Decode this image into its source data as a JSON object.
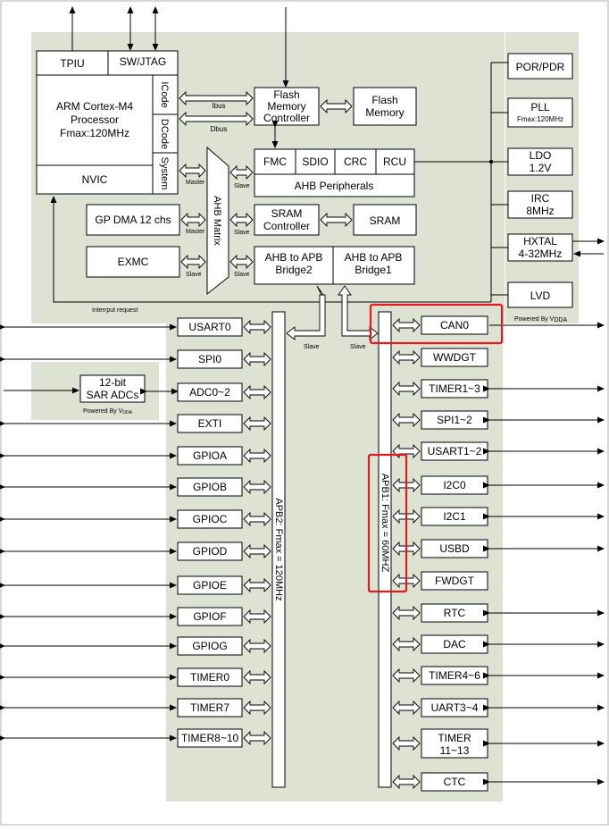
{
  "core": {
    "tpiu": "TPIU",
    "swjtag": "SW/JTAG",
    "cpu_line1": "ARM Cortex-M4",
    "cpu_line2": "Processor",
    "cpu_line3": "Fmax:120MHz",
    "nvic": "NVIC",
    "icode": "ICode",
    "dcode": "DCode",
    "system": "System"
  },
  "bus": {
    "ibus": "Ibus",
    "dbus": "Dbus",
    "master1": "Master",
    "master2": "Master",
    "slave_ahb1": "Slave",
    "slave_exmc": "Slave",
    "slave_ahb2": "Slave",
    "slave_ahb3": "Slave",
    "slave_apb2": "Slave",
    "slave_apb1": "Slave",
    "ahb_matrix": "AHB Matrix",
    "interrupt": "Interrput request"
  },
  "blocks": {
    "flash_ctrl_1": "Flash",
    "flash_ctrl_2": "Memory",
    "flash_ctrl_3": "Controller",
    "flash_mem_1": "Flash",
    "flash_mem_2": "Memory",
    "fmc": "FMC",
    "sdio": "SDIO",
    "crc": "CRC",
    "rcu": "RCU",
    "ahb_periph": "AHB Peripherals",
    "gpdma": "GP DMA 12 chs",
    "sram_ctrl_1": "SRAM",
    "sram_ctrl_2": "Controller",
    "sram": "SRAM",
    "exmc": "EXMC",
    "bridge2_1": "AHB to APB",
    "bridge2_2": "Bridge2",
    "bridge1_1": "AHB to APB",
    "bridge1_2": "Bridge1"
  },
  "power": {
    "por": "POR/PDR",
    "pll": "PLL",
    "pll_sub": "Fmax:120MHz",
    "ldo_1": "LDO",
    "ldo_2": "1.2V",
    "irc_1": "IRC",
    "irc_2": "8MHz",
    "hxtal_1": "HXTAL",
    "hxtal_2": "4-32MHz",
    "lvd": "LVD",
    "powered_vdda": "Powered By V",
    "vdda_sub": "DDA"
  },
  "adc": {
    "line1": "12-bit",
    "line2": "SAR ADCs",
    "powered": "Powered By V",
    "powered_sub": "DDA"
  },
  "apb2": {
    "label": "APB2: Fmax = 120MHz",
    "items": [
      "USART0",
      "SPI0",
      "ADC0~2",
      "EXTI",
      "GPIOA",
      "GPIOB",
      "GPIOC",
      "GPIOD",
      "GPIOE",
      "GPIOF",
      "GPIOG",
      "TIMER0",
      "TIMER7",
      "TIMER8~10"
    ]
  },
  "apb1": {
    "label": "APB1: Fmax = 60MHZ",
    "items": [
      "CAN0",
      "WWDGT",
      "TIMER1~3",
      "SPI1~2",
      "USART1~2",
      "I2C0",
      "I2C1",
      "USBD",
      "FWDGT",
      "RTC",
      "DAC",
      "TIMER4~6",
      "UART3~4",
      "TIMER",
      "CTC"
    ],
    "timer_last_line2": "11~13"
  }
}
